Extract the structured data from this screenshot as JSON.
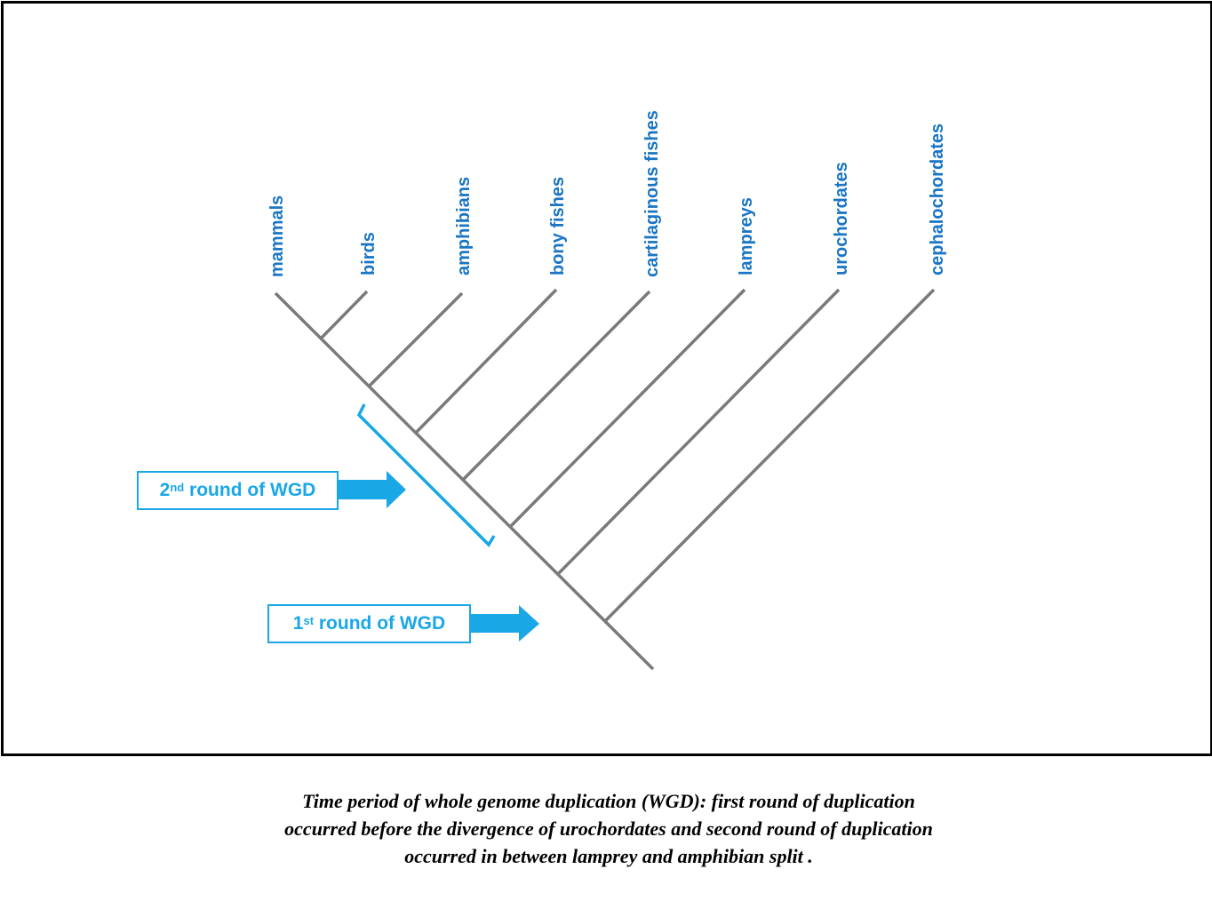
{
  "diagram": {
    "taxa": [
      "mammals",
      "birds",
      "amphibians",
      "bony fishes",
      "cartilaginous fishes",
      "lampreys",
      "urochordates",
      "cephalochordates"
    ],
    "annotations": {
      "second_round": {
        "ordinal": "2",
        "suffix": "nd",
        "text": " round of WGD"
      },
      "first_round": {
        "ordinal": "1",
        "suffix": "st",
        "text": " round of WGD"
      }
    },
    "colors": {
      "label": "#1a75c4",
      "branch": "#7a7a7a",
      "wgd_accent": "#1aa7e6",
      "frame": "#000000"
    }
  },
  "caption": "Time period of whole genome duplication (WGD): first round of duplication occurred before the divergence of urochordates and second round of duplication occurred in between lamprey and amphibian split ."
}
